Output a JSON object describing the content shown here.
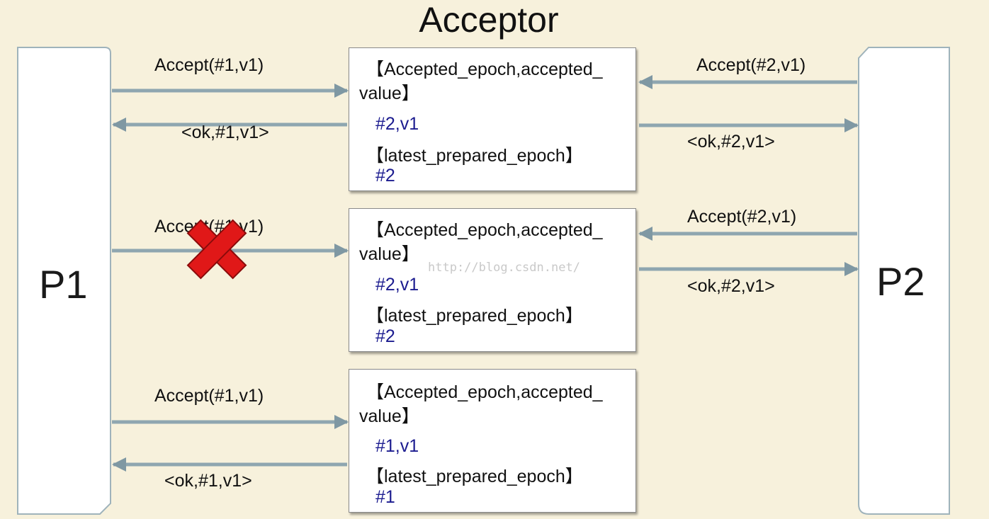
{
  "title": "Acceptor",
  "proposers": {
    "p1": "P1",
    "p2": "P2"
  },
  "acceptors": [
    {
      "accepted_label_1": "【Accepted_epoch,accepted_",
      "accepted_label_2": "value】",
      "accepted_value": "#2,v1",
      "prepared_label": "【latest_prepared_epoch】",
      "prepared_value": "#2"
    },
    {
      "accepted_label_1": "【Accepted_epoch,accepted_",
      "accepted_label_2": "value】",
      "accepted_value": "#2,v1",
      "prepared_label": "【latest_prepared_epoch】",
      "prepared_value": "#2"
    },
    {
      "accepted_label_1": "【Accepted_epoch,accepted_",
      "accepted_label_2": "value】",
      "accepted_value": "#1,v1",
      "prepared_label": "【latest_prepared_epoch】",
      "prepared_value": "#1"
    }
  ],
  "messages": {
    "row1_p1_accept": "Accept(#1,v1)",
    "row1_p1_ok": "<ok,#1,v1>",
    "row1_p2_accept": "Accept(#2,v1)",
    "row1_p2_ok": "<ok,#2,v1>",
    "row2_p1_accept": "Accept(#1,v1)",
    "row2_p2_accept": "Accept(#2,v1)",
    "row2_p2_ok": "<ok,#2,v1>",
    "row3_p1_accept": "Accept(#1,v1)",
    "row3_p1_ok": "<ok,#1,v1>"
  },
  "watermark": "http://blog.csdn.net/",
  "colors": {
    "arrow": "#8fa6b0",
    "cross": "#e01818",
    "value_text": "#1b1b8f"
  }
}
